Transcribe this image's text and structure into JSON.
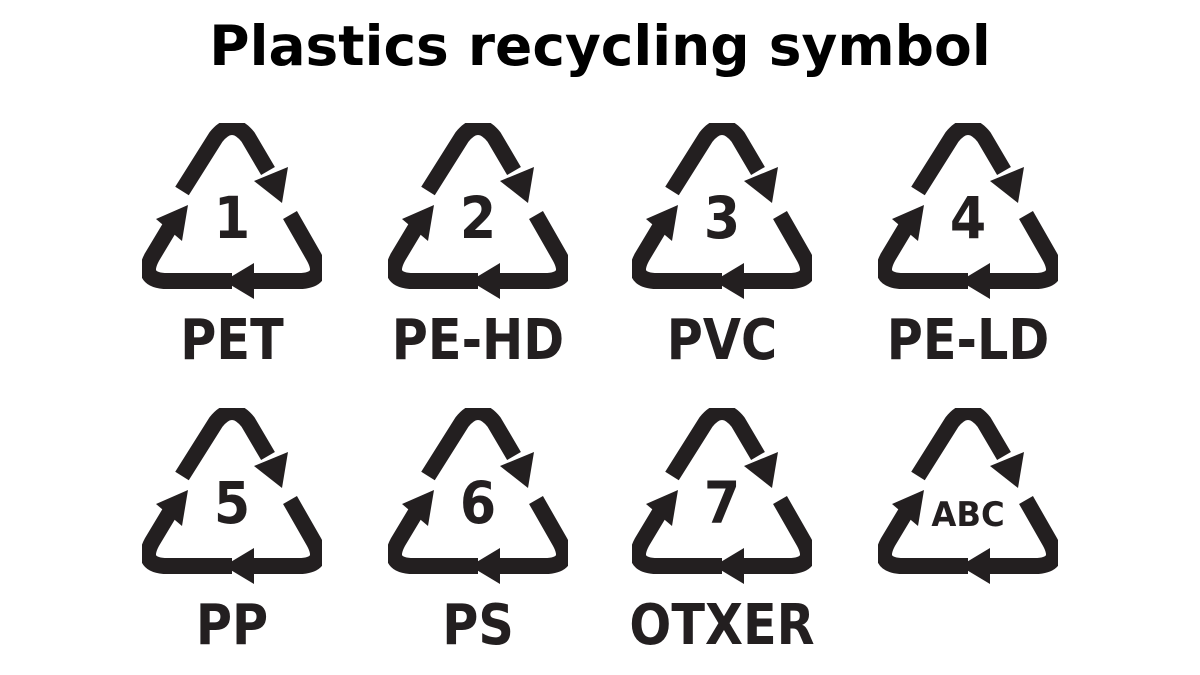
{
  "title": "Plastics recycling symbol",
  "colors": {
    "symbol": "#231f20",
    "title": "#000000",
    "background": "#ffffff"
  },
  "symbols": [
    {
      "code": "1",
      "label": "PET"
    },
    {
      "code": "2",
      "label": "PE-HD"
    },
    {
      "code": "3",
      "label": "PVC"
    },
    {
      "code": "4",
      "label": "PE-LD"
    },
    {
      "code": "5",
      "label": "PP"
    },
    {
      "code": "6",
      "label": "PS"
    },
    {
      "code": "7",
      "label": "OTXER"
    },
    {
      "code": "ABC",
      "label": ""
    }
  ]
}
